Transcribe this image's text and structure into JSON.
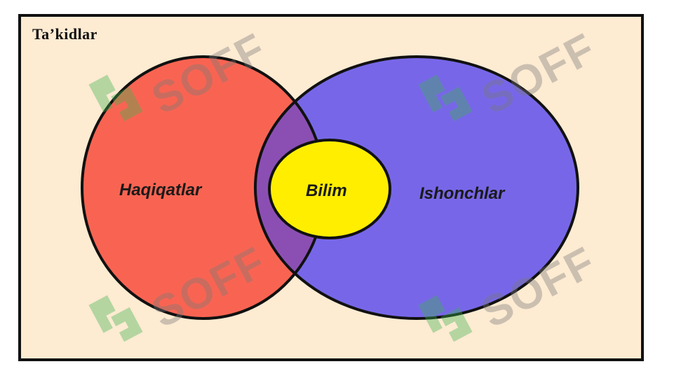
{
  "title": "Ta’kidlar",
  "regions": {
    "left": "Haqiqatlar",
    "center": "Bilim",
    "right": "Ishonchlar"
  },
  "watermark": "SOFF",
  "colors": {
    "background": "#fdebd2",
    "left_circle": "#f96452",
    "right_circle": "#7767e8",
    "overlap": "#8b4fb4",
    "center": "#ffee00",
    "outline": "#111111"
  }
}
